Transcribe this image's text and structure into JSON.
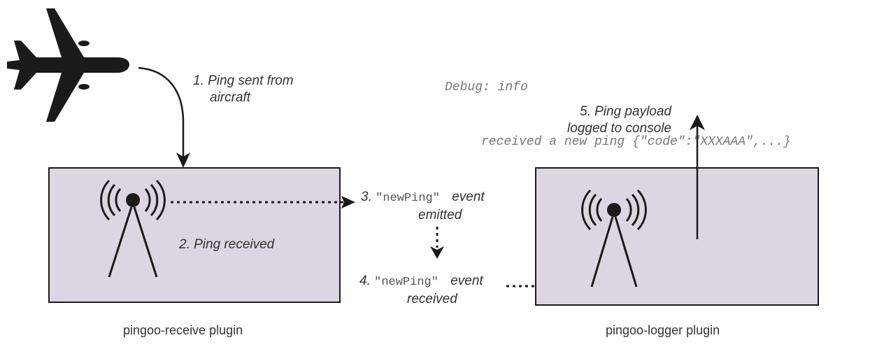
{
  "console": {
    "line1": "Debug: info",
    "line2": "received a new ping {\"code\":\"XXXAAA\",...}"
  },
  "steps": {
    "step1": {
      "line1": "1. Ping sent from",
      "line2": "aircraft"
    },
    "step2": {
      "text": "2. Ping received"
    },
    "step3": {
      "prefix": "3. ",
      "event_name": "\"newPing\"",
      "suffix": " event",
      "line2": "emitted"
    },
    "step4": {
      "prefix": "4. ",
      "event_name": "\"newPing\"",
      "suffix": " event",
      "line2": "received"
    },
    "step5": {
      "line1": "5. Ping payload",
      "line2": "logged to console"
    }
  },
  "plugins": {
    "receive": {
      "label": "pingoo-receive plugin"
    },
    "logger": {
      "label": "pingoo-logger plugin"
    }
  },
  "colors": {
    "box_fill": "#dcd6e2",
    "stroke": "#1a1a1a",
    "text": "#333333"
  },
  "icons": {
    "aircraft": "airplane-icon",
    "antenna": "radio-antenna-icon"
  }
}
